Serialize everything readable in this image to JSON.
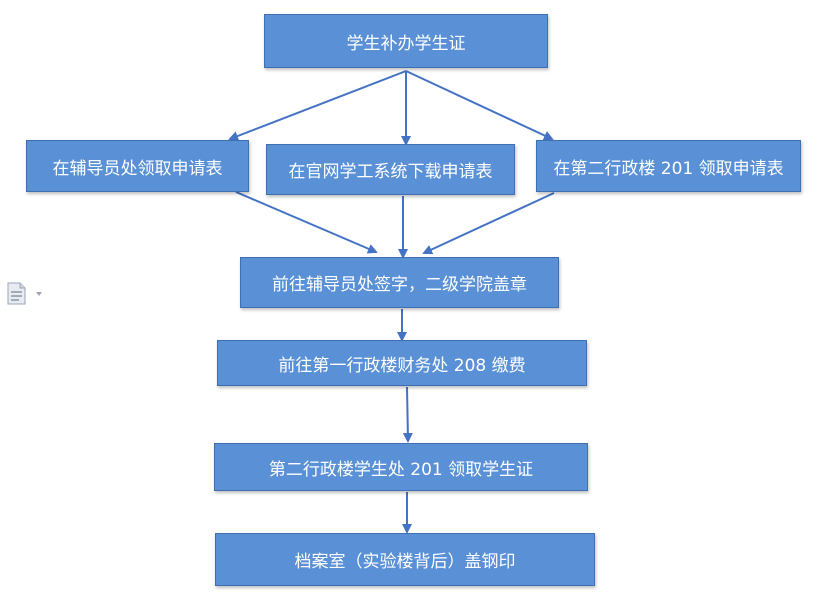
{
  "nodes": {
    "start": "学生补办学生证",
    "option_counselor": "在辅导员处领取申请表",
    "option_website": "在官网学工系统下载申请表",
    "option_building": "在第二行政楼 201 领取申请表",
    "sign_seal": "前往辅导员处签字，二级学院盖章",
    "pay_fee": "前往第一行政楼财务处 208 缴费",
    "collect_card": "第二行政楼学生处 201 领取学生证",
    "archive_stamp": "档案室（实验楼背后）盖钢印"
  },
  "colors": {
    "box_fill": "#5a90d6",
    "box_border": "#3f6fae",
    "arrow": "#4472c4",
    "text": "#ffffff"
  },
  "icons": {
    "margin_icon": "document-icon"
  }
}
